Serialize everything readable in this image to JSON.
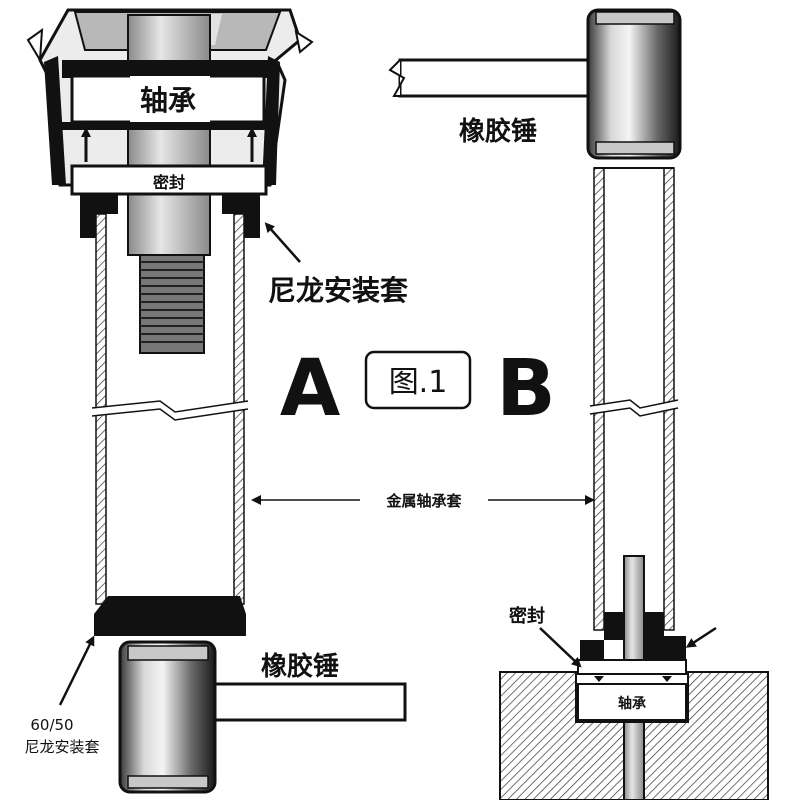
{
  "labels": {
    "bearing_top": "轴承",
    "seal_top": "密封",
    "nylon_sleeve": "尼龙安装套",
    "letter_a": "A",
    "figure_tag": "图.1",
    "letter_b": "B",
    "metal_sleeve": "金属轴承套",
    "rubber_mallet_bottom": "橡胶锤",
    "size_note": "60/50",
    "nylon_sleeve_bottom": "尼龙安装套",
    "rubber_mallet_top": "橡胶锤",
    "seal_b": "密封",
    "bearing_b": "轴承"
  },
  "colors": {
    "ink": "#111111",
    "steel_light": "#d9d9d9",
    "steel_mid": "#a6a6a6",
    "black_part": "#0d0d0d"
  }
}
